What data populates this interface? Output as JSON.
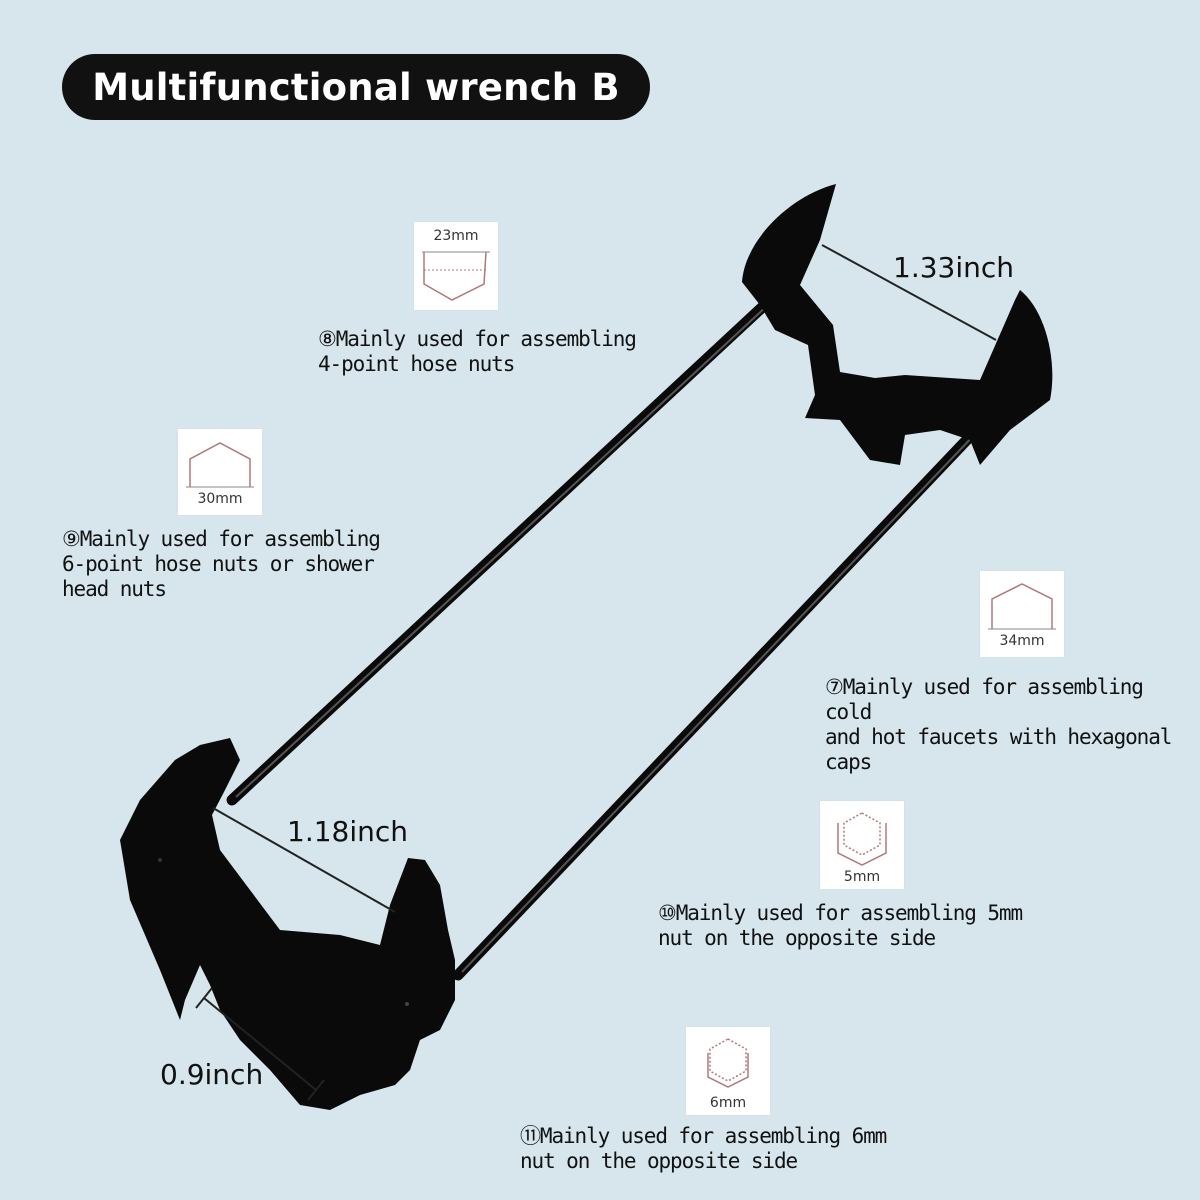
{
  "title": "Multifunctional wrench B",
  "dimensions": {
    "top_width": "1.33inch",
    "bottom_width": "1.18inch",
    "jaw_width": "0.9inch"
  },
  "fittings": [
    {
      "size": "23mm",
      "icon": "four-point-nut-icon",
      "caption_lines": [
        "⑧Mainly used for assembling",
        "4-point hose nuts"
      ]
    },
    {
      "size": "30mm",
      "icon": "six-point-nut-icon",
      "caption_lines": [
        "⑨Mainly used for assembling",
        "6-point hose nuts or shower",
        "head nuts"
      ]
    },
    {
      "size": "34mm",
      "icon": "hexagonal-cap-icon",
      "caption_lines": [
        "⑦Mainly used for assembling cold",
        "and hot faucets with hexagonal",
        "caps"
      ]
    },
    {
      "size": "5mm",
      "icon": "hex-nut-5mm-icon",
      "caption_lines": [
        "⑩Mainly used for assembling 5mm",
        "nut on the opposite side"
      ]
    },
    {
      "size": "6mm",
      "icon": "hex-nut-6mm-icon",
      "caption_lines": [
        "⑪Mainly used for assembling 6mm",
        "nut on the opposite side"
      ]
    }
  ],
  "colors": {
    "background": "#d6e6ec",
    "wrench": "#0a0a0a",
    "icon_outline": "#b07878"
  }
}
